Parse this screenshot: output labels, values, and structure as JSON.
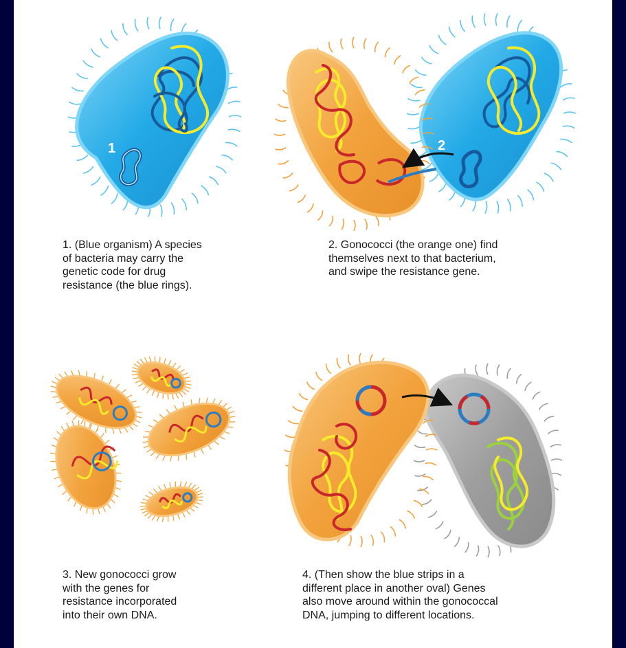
{
  "steps": [
    {
      "number": "1",
      "caption": "1. (Blue organism) A species\nof bacteria may carry the\ngenetic code for drug\nresistance (the blue rings)."
    },
    {
      "number": "2",
      "caption": "2. Gonococci (the orange one) find\nthemselves next to that bacterium,\nand swipe the resistance gene."
    },
    {
      "number": "",
      "caption": "3. New gonococci grow\nwith the genes for\nresistance incorporated\ninto their own DNA."
    },
    {
      "number": "",
      "caption": "4. (Then show the blue strips in a\ndifferent place in another oval) Genes\nalso move around within the gonococcal\nDNA, jumping to different locations."
    }
  ],
  "colors": {
    "blue_cell": "#22a9e6",
    "blue_cell_edge": "#7fd6f7",
    "orange_cell": "#f2a23c",
    "orange_cell_edge": "#f8c77d",
    "gray_cell": "#9e9e9e",
    "gray_cell_edge": "#c9c9c9",
    "red_dna": "#c9262c",
    "yellow_dna": "#f5ea2b",
    "navy_dna": "#175a9c",
    "green_dna": "#9bd13f",
    "plasmid_blue": "#2b7cc3",
    "arrow": "#111111"
  }
}
